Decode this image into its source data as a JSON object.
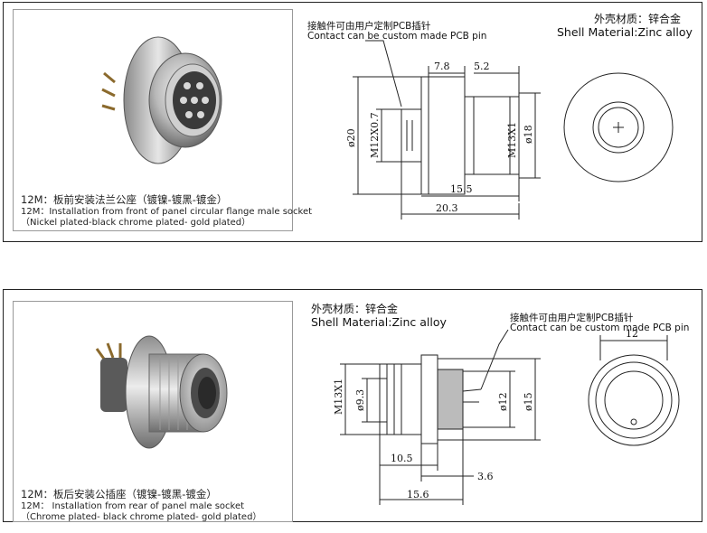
{
  "top_panel": {
    "caption": {
      "line1": "12M：板前安装法兰公座（镀镍-镀黑-镀金）",
      "line2": "12M：Installation from front of panel circular flange male socket",
      "line3": "（Nickel plated-black chrome plated- gold plated）"
    },
    "note_cn": "接触件可由用户定制PCB插针",
    "note_en": "Contact can be custom made PCB pin",
    "material_cn": "外壳材质：锌合金",
    "material_en": "Shell  Material:Zinc alloy",
    "dims": {
      "d1": "7.8",
      "d2": "5.2",
      "d3": "ø20",
      "d4": "M12X0.7",
      "d5": "M13X1",
      "d6": "ø18",
      "d7": "15.5",
      "d8": "20.3"
    }
  },
  "bottom_panel": {
    "caption": {
      "line1": "12M：板后安装公插座（镀镍-镀黑-镀金）",
      "line2": "12M：  Installation from rear of panel male socket",
      "line3": "（Chrome plated- black chrome plated- gold plated）"
    },
    "material_cn": "外壳材质：锌合金",
    "material_en": "Shell  Material:Zinc alloy",
    "note_cn": "接触件可由用户定制PCB插针",
    "note_en": "Contact can be custom made PCB pin",
    "dims": {
      "d1": "M13X1",
      "d2": "ø9.3",
      "d3": "ø12",
      "d4": "ø15",
      "d5": "10.5",
      "d6": "3.6",
      "d7": "15.6",
      "d8": "12"
    }
  }
}
